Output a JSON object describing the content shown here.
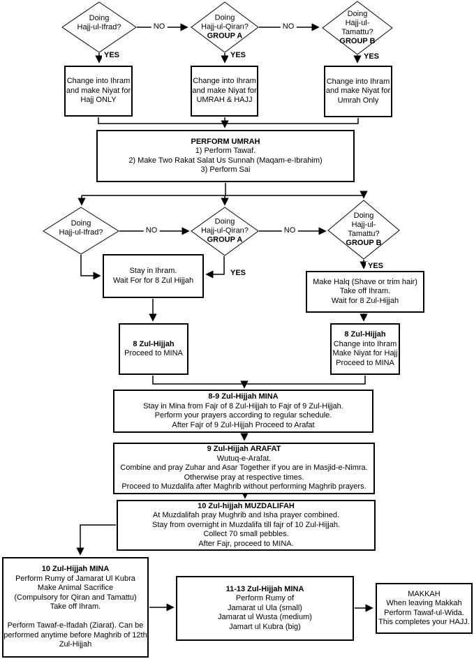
{
  "labels": {
    "no": "NO",
    "yes": "YES"
  },
  "diamonds": {
    "d1": {
      "label": "Doing\nHajj-ul-Ifrad?"
    },
    "d2": {
      "label": "Doing\nHajj-ul-Qiran?",
      "group": "GROUP A"
    },
    "d3": {
      "label": "Doing\nHajj-ul-\nTamattu?",
      "group": "GROUP B"
    },
    "d4": {
      "label": "Doing\nHajj-ul-Ifrad?"
    },
    "d5": {
      "label": "Doing\nHajj-ul-Qiran?",
      "group": "GROUP A"
    },
    "d6": {
      "label": "Doing\nHajj-ul-\nTamattu?",
      "group": "GROUP B"
    }
  },
  "nodes": {
    "ihram_hajj_only": {
      "body": "Change into Ihram\nand make Niyat for\nHajj ONLY"
    },
    "ihram_umrah_hajj": {
      "body": "Change into Ihram\nand make Niyat for\nUMRAH & HAJJ"
    },
    "ihram_umrah_only": {
      "body": "Change into Ihram\nand make Niyat for\nUmrah Only"
    },
    "perform_umrah": {
      "title": "PERFORM UMRAH",
      "body": "1) Perform Tawaf.\n2) Make Two Rakat Salat Us Sunnah (Maqam-e-Ibrahim)\n3) Perform Sai"
    },
    "stay_in_ihram": {
      "body": "Stay in Ihram.\nWait For for 8 Zul Hijjah"
    },
    "make_halq": {
      "body": "Make Halq (Shave or trim hair)\nTake off Ihram.\nWait for 8 Zul-Hijjah"
    },
    "zul8_left": {
      "title": "8 Zul-Hijjah",
      "body": "Proceed to MINA"
    },
    "zul8_right": {
      "title": "8 Zul-Hijjah",
      "body": "Change into Ihram\nMake Niyat for Hajj\nProceed to MINA"
    },
    "mina_8_9": {
      "title": "8-9 Zul-Hijjah MINA",
      "body": "Stay in Mina from Fajr of 8 Zul-Hijjah to Fajr of 9 Zul-Hijjah.\nPerform your prayers according to regular schedule.\nAfter Fajr of 9 Zul-Hijjah Proceed to Arafat"
    },
    "arafat_9": {
      "title": "9 Zul-Hijjah ARAFAT",
      "body": "Wutuq-e-Arafat.\nCombine and pray Zuhar and Asar Together if you are in Masjid-e-Nimra.\nOtherwise pray at respective times.\nProceed to Muzdalifa after Maghrib without performing Maghrib prayers."
    },
    "muzdalifah_10": {
      "title": "10 Zul-hijjah MUZDALIFAH",
      "body": "At Muzdalifah pray Mughrib and Isha prayer combined.\nStay from overnight in Muzdalifa till fajr of 10 Zul-Hijjah.\nCollect 70 small pebbles.\nAfter Fajr, proceed to MINA."
    },
    "mina_10": {
      "title": "10 Zul-Hijjah MINA",
      "body": "Perform Rumy of Jamarat Ul Kubra\nMake Animal Sacrifice\n(Compulsory for Qiran and Tamattu)\nTake off Ihram.\n\nPerform Tawaf-e-Ifadah (Ziarat). Can be\nperformed anytime before Maghrib of 12th\nZul-Hijjah"
    },
    "mina_11_13": {
      "title": "11-13 Zul-Hijjah MINA",
      "body": "Perform Rumy of\nJamarat ul Ula (small)\nJamarat ul Wusta (medium)\nJamart ul Kubra (big)"
    },
    "makkah": {
      "body": "MAKKAH\nWhen leaving Makkah\nPerform Tawaf-ul-Wida.\nThis completes your HAJJ."
    }
  },
  "colors": {
    "line": "#000000",
    "background": "#ffffff"
  }
}
